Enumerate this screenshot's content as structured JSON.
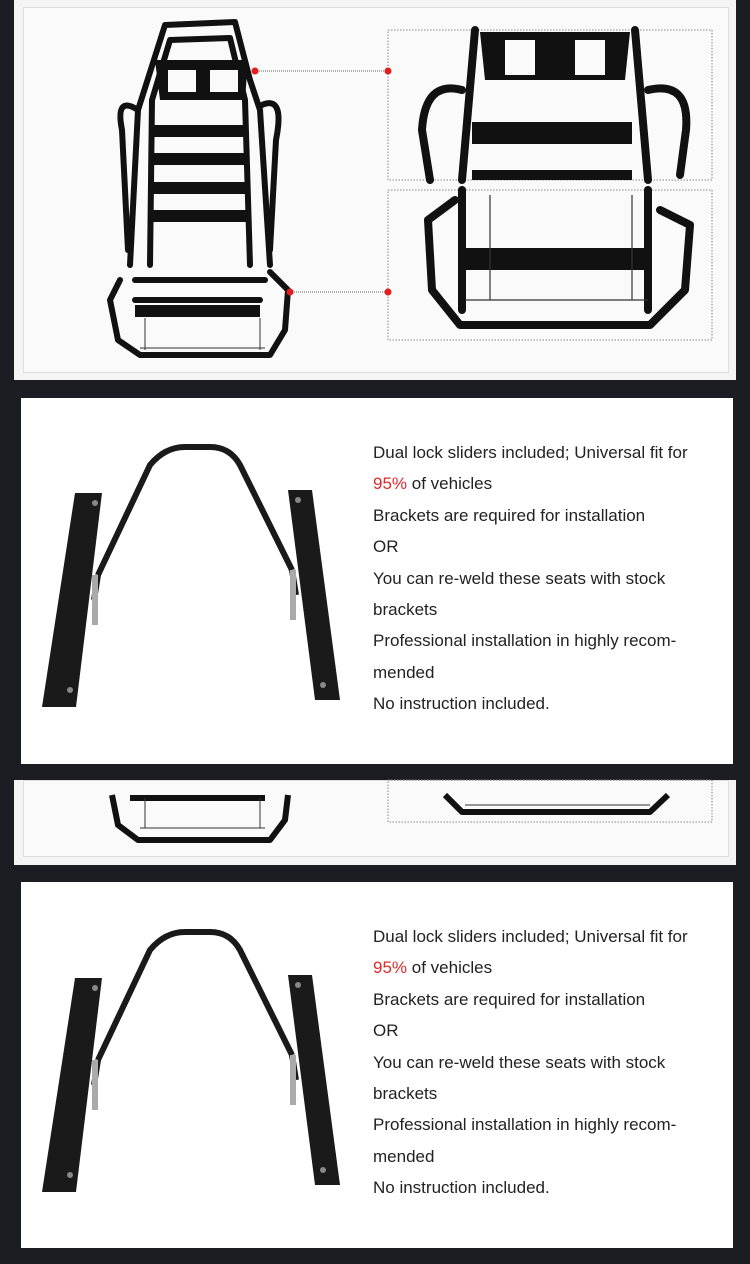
{
  "colors": {
    "background": "#1c1d22",
    "accent_red": "#e02a2a"
  },
  "sections": [
    {
      "lines": [
        {
          "text": "Dual lock sliders included; Universal fit for"
        },
        {
          "highlight": "95%",
          "text": " of vehicles"
        },
        {
          "text": "Brackets are required for installation"
        },
        {
          "text": "OR"
        },
        {
          "text": "You can re-weld these seats with stock"
        },
        {
          "text": "brackets"
        },
        {
          "text": "Professional installation in highly recom-"
        },
        {
          "text": "mended"
        },
        {
          "text": "No instruction included."
        }
      ]
    },
    {
      "lines": [
        {
          "text": "Dual lock sliders included; Universal fit for"
        },
        {
          "highlight": "95%",
          "text": " of vehicles"
        },
        {
          "text": "Brackets are required for installation"
        },
        {
          "text": "OR"
        },
        {
          "text": "You can re-weld these seats with stock"
        },
        {
          "text": "brackets"
        },
        {
          "text": "Professional installation in highly recom-"
        },
        {
          "text": "mended"
        },
        {
          "text": "No instruction included."
        }
      ]
    }
  ]
}
